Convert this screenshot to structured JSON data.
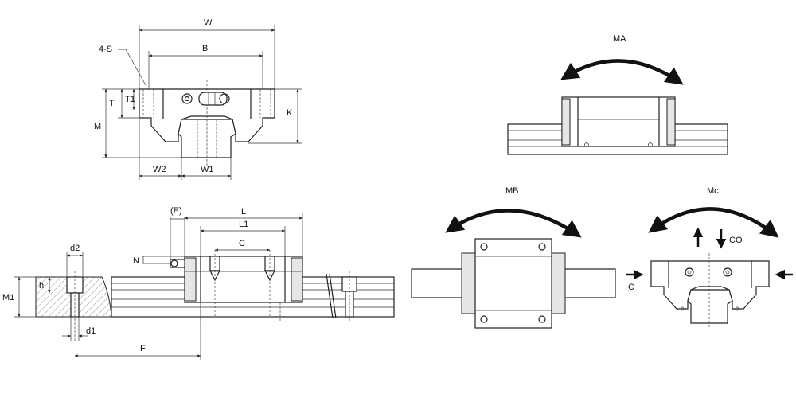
{
  "labels": {
    "W": "W",
    "B": "B",
    "four_s": "4-S",
    "T": "T",
    "T1": "T1",
    "M": "M",
    "K": "K",
    "W2": "W2",
    "W1": "W1",
    "E": "(E)",
    "L": "L",
    "L1": "L1",
    "C_dim": "C",
    "N": "N",
    "d2": "d2",
    "h": "h",
    "M1": "M1",
    "d1": "d1",
    "F": "F",
    "MA": "MA",
    "MB": "MB",
    "Mc": "Mc",
    "CO": "CO",
    "C_load": "C"
  }
}
